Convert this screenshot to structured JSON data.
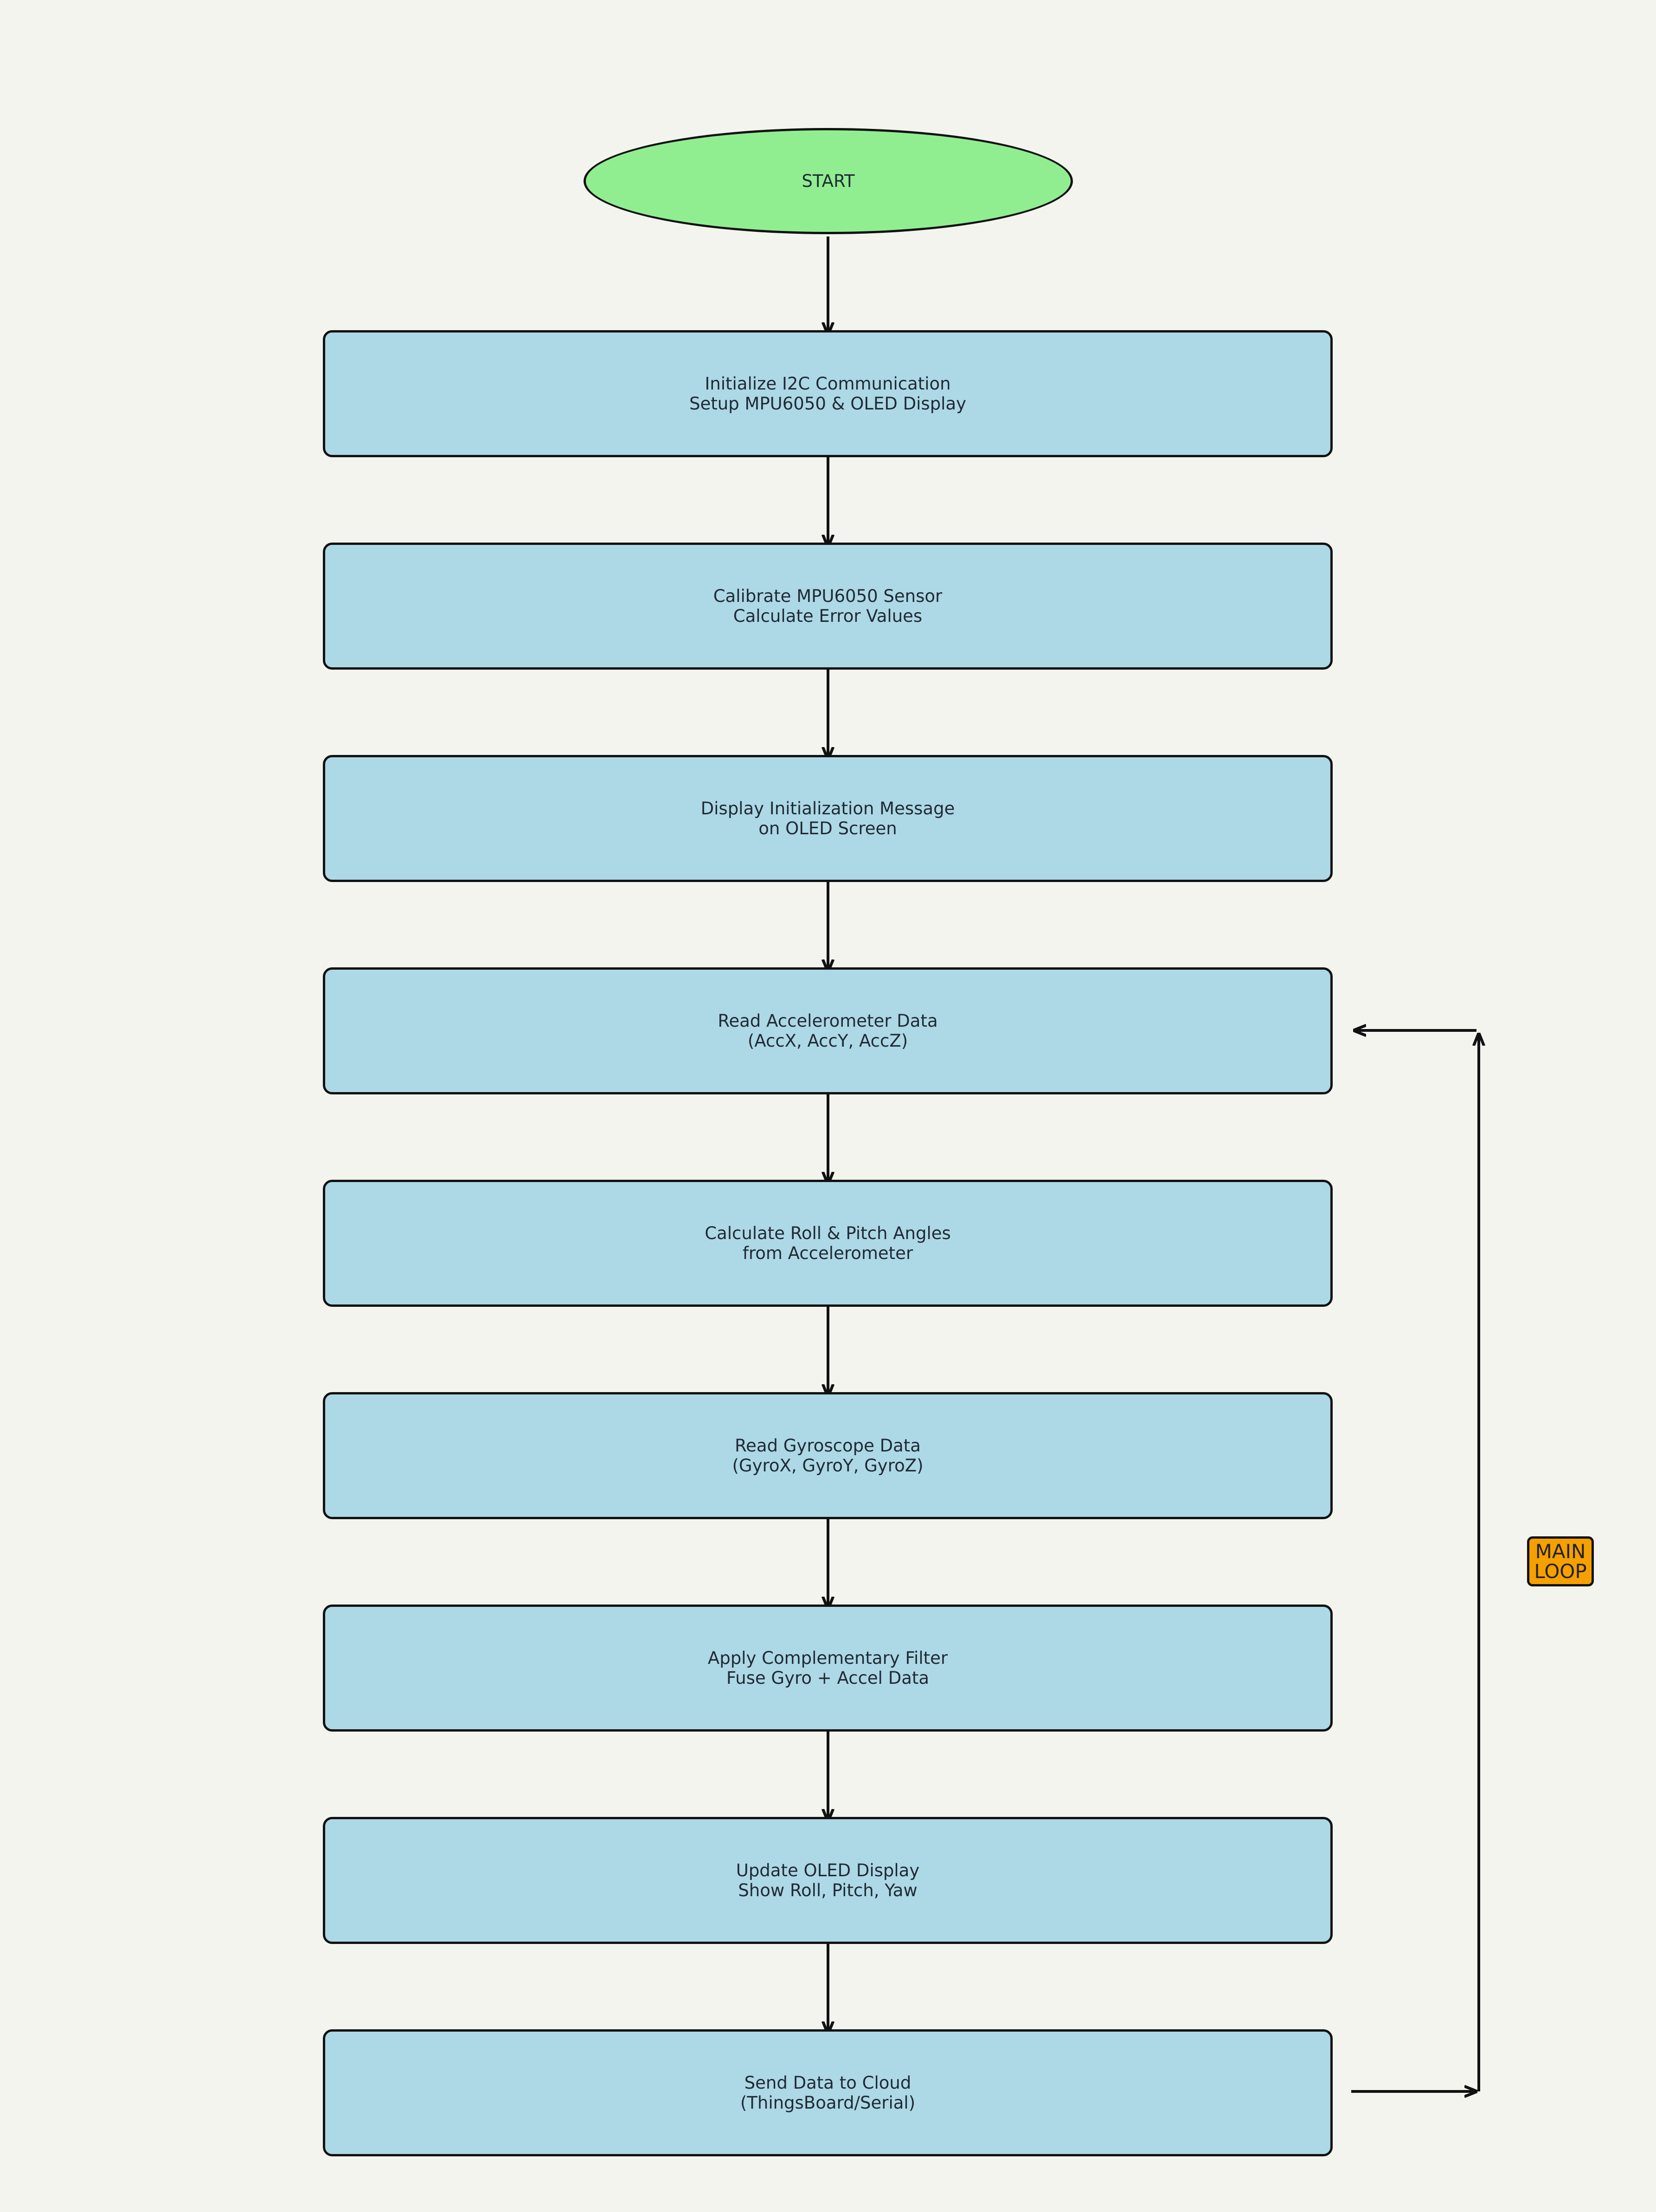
{
  "diagram": {
    "start": {
      "label": "START"
    },
    "steps": [
      {
        "line1": "Initialize I2C Communication",
        "line2": "Setup MPU6050 & OLED Display"
      },
      {
        "line1": "Calibrate MPU6050 Sensor",
        "line2": "Calculate Error Values"
      },
      {
        "line1": "Display Initialization Message",
        "line2": "on OLED Screen"
      },
      {
        "line1": "Read Accelerometer Data",
        "line2": "(AccX, AccY, AccZ)"
      },
      {
        "line1": "Calculate Roll & Pitch Angles",
        "line2": "from Accelerometer"
      },
      {
        "line1": "Read Gyroscope Data",
        "line2": "(GyroX, GyroY, GyroZ)"
      },
      {
        "line1": "Apply Complementary Filter",
        "line2": "Fuse Gyro + Accel Data"
      },
      {
        "line1": "Update OLED Display",
        "line2": "Show Roll, Pitch, Yaw"
      },
      {
        "line1": "Send Data to Cloud",
        "line2": "(ThingsBoard/Serial)"
      }
    ],
    "loop": {
      "line1": "MAIN",
      "line2": "LOOP"
    },
    "colors": {
      "background": "#f4f4ef",
      "start_fill": "#90ee90",
      "process_fill": "#add8e6",
      "loop_fill": "#f5a000",
      "stroke": "#111111"
    }
  }
}
